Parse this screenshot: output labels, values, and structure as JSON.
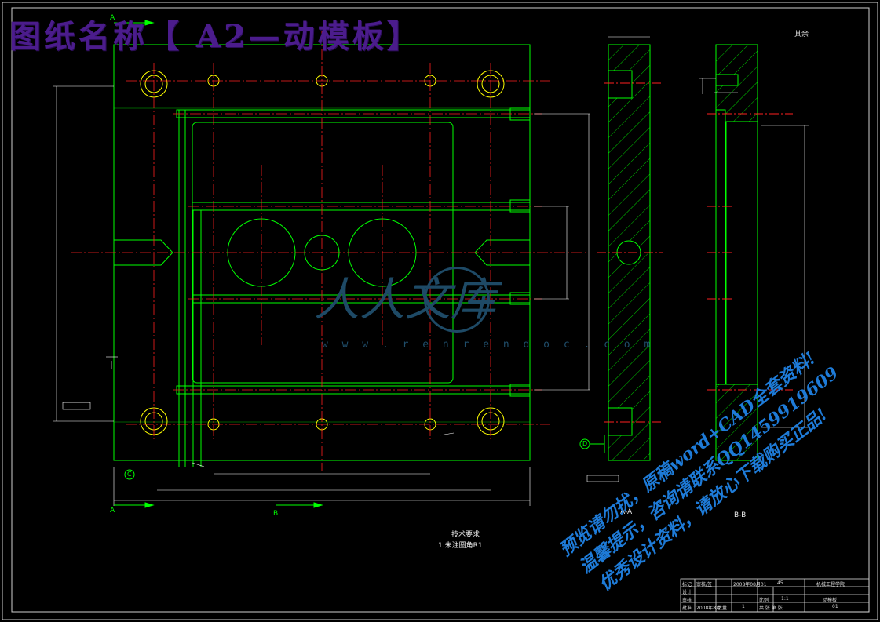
{
  "title": "图纸名称【 A2—动模板】",
  "watermark": {
    "logo": "人人文库",
    "url": "w w w . r e n r e n d o c . c o m"
  },
  "promo_lines": [
    "预览请勿扰，原稿word+CAD全套资料!",
    "温馨提示，咨询请联系QQ1459919609",
    "优秀设计资料，请放心下载购买正品!"
  ],
  "section_labels": {
    "a_left": "A",
    "a_bottom": "A",
    "b_bottom": "B",
    "section_aa": "A-A",
    "section_bb": "B-B",
    "datum_c": "C",
    "datum_d": "D"
  },
  "tech_req": {
    "heading": "技术要求",
    "item1": "1.未注圆角R1"
  },
  "surface_note": "其余",
  "title_block": {
    "row1": [
      "标记",
      "审核/签",
      "2008年08月01",
      "",
      "45",
      "",
      "机械工程学院"
    ],
    "row2": [
      "设计",
      "",
      "",
      "",
      "比例",
      "1:1",
      "动模板"
    ],
    "row3": [
      "审核",
      "",
      "",
      "",
      "",
      "",
      ""
    ],
    "row4": [
      "批准",
      "2008年8月",
      "数量",
      "1",
      "共 张 第 张",
      "",
      "01"
    ]
  },
  "colors": {
    "outline": "#00ff00",
    "centerline": "#ff2020",
    "dimension": "#ffffff",
    "hole": "#ffff00",
    "title": "#4b1c8c",
    "promo": "#1e7bd8"
  }
}
